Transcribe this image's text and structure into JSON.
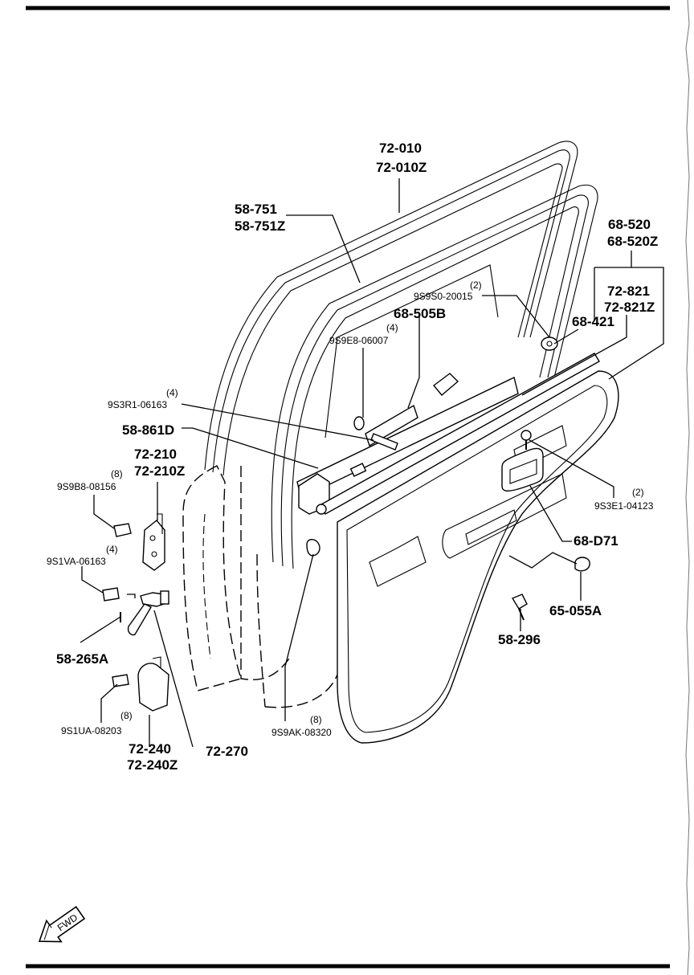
{
  "labels": {
    "l72_010": "72-010",
    "l72_010z": "72-010Z",
    "l58_751": "58-751",
    "l58_751z": "58-751Z",
    "l68_520": "68-520",
    "l68_520z": "68-520Z",
    "l72_821": "72-821",
    "l72_821z": "72-821Z",
    "l68_421": "68-421",
    "l9s9s0_qty": "(2)",
    "l9s9s0": "9S9S0-20015",
    "l68_505b": "68-505B",
    "l9s9e8_qty": "(4)",
    "l9s9e8": "9S9E8-06007",
    "l9s3r1_qty": "(4)",
    "l9s3r1": "9S3R1-06163",
    "l58_861d": "58-861D",
    "l72_210": "72-210",
    "l72_210z": "72-210Z",
    "l9s9b8_qty": "(8)",
    "l9s9b8": "9S9B8-08156",
    "l9s1va_qty": "(4)",
    "l9s1va": "9S1VA-06163",
    "l58_265a": "58-265A",
    "l9s1ua_qty": "(8)",
    "l9s1ua": "9S1UA-08203",
    "l72_240": "72-240",
    "l72_240z": "72-240Z",
    "l72_270": "72-270",
    "l9s9ak_qty": "(8)",
    "l9s9ak": "9S9AK-08320",
    "l9s3e1_qty": "(2)",
    "l9s3e1": "9S3E1-04123",
    "l68_d71": "68-D71",
    "l65_055a": "65-055A",
    "l58_296": "58-296",
    "fwd": "FWD"
  },
  "colors": {
    "ink": "#000000",
    "paper": "#ffffff"
  },
  "icons": {
    "forward": "fwd-arrow-icon"
  }
}
